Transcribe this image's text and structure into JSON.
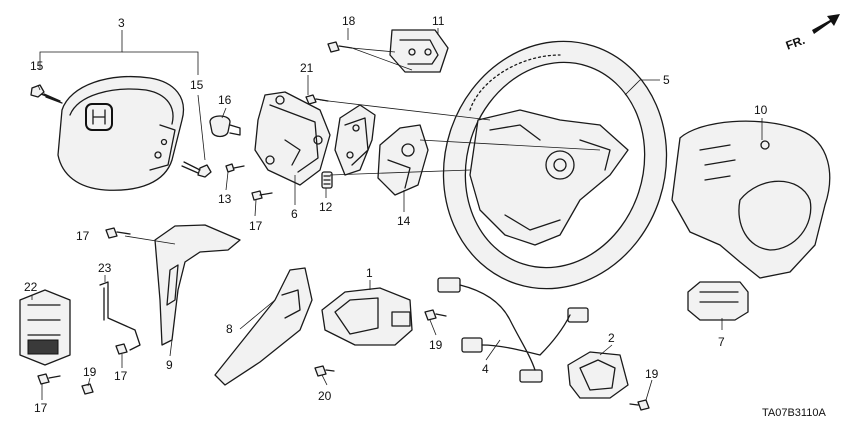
{
  "diagram": {
    "direction_label": "FR.",
    "diagram_code": "TA07B3110A",
    "callouts": {
      "c1": "1",
      "c2": "2",
      "c3": "3",
      "c5": "5",
      "c6": "6",
      "c7": "7",
      "c8": "8",
      "c9": "9",
      "c10": "10",
      "c11": "11",
      "c12": "12",
      "c13": "13",
      "c14": "14",
      "c15a": "15",
      "c15b": "15",
      "c16": "16",
      "c17a": "17",
      "c17b": "17",
      "c17c": "17",
      "c17d": "17",
      "c18": "18",
      "c19a": "19",
      "c19b": "19",
      "c19c": "19",
      "c20": "20",
      "c21": "21",
      "c22": "22",
      "c23": "23",
      "c4": "4"
    }
  }
}
